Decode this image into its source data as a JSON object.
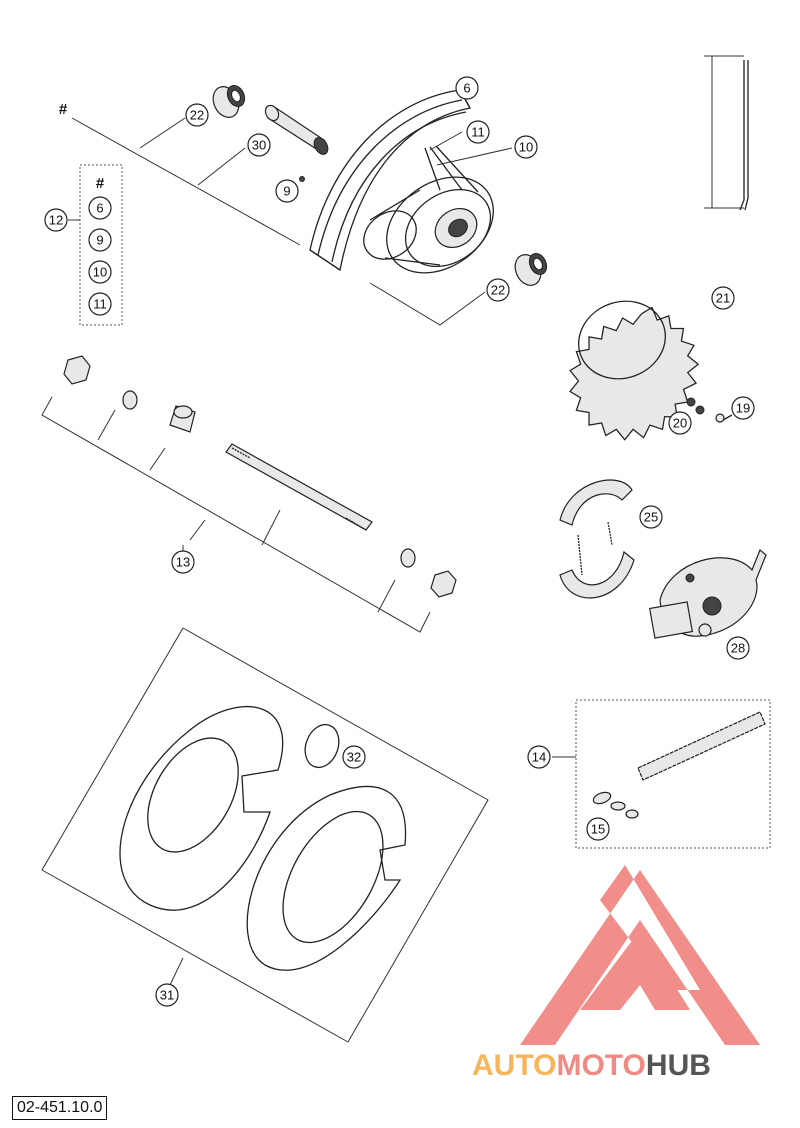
{
  "drawing_number": "02-451.10.0",
  "hash_marker": "#",
  "watermark": {
    "part1": "AUTO",
    "part2": "MOTO",
    "part3": "HUB",
    "colors": {
      "auto": "#f6b55a",
      "moto": "#f08a84",
      "hub": "#555555",
      "triangle": "#f07a74"
    }
  },
  "group_12": {
    "label": "12",
    "hash": "#",
    "members": [
      "6",
      "9",
      "10",
      "11"
    ]
  },
  "callouts": {
    "c6": "6",
    "c11": "11",
    "c10": "10",
    "c22a": "22",
    "c30": "30",
    "c9": "9",
    "c22b": "22",
    "c21": "21",
    "c20": "20",
    "c19": "19",
    "c13": "13",
    "c25": "25",
    "c28": "28",
    "c14": "14",
    "c15": "15",
    "c32": "32",
    "c31": "31"
  }
}
